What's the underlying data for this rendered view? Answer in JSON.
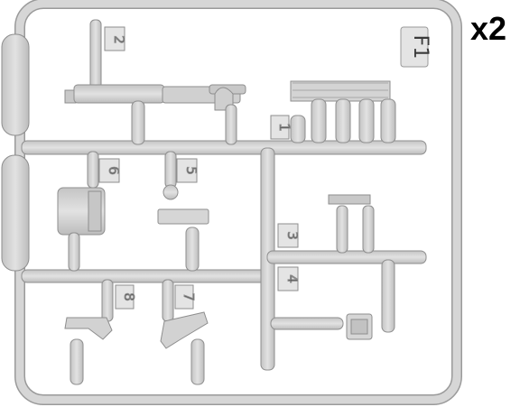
{
  "image": {
    "quantity_label": "x2",
    "sprue_code": "F1",
    "part_numbers": [
      "1",
      "2",
      "3",
      "4",
      "5",
      "6",
      "7",
      "8"
    ]
  },
  "colors": {
    "plastic": "#d3d3d3",
    "plastic_shade": "#b8b8b8",
    "outline": "#8e8e8e",
    "background": "#ffffff",
    "text": "#000000"
  }
}
